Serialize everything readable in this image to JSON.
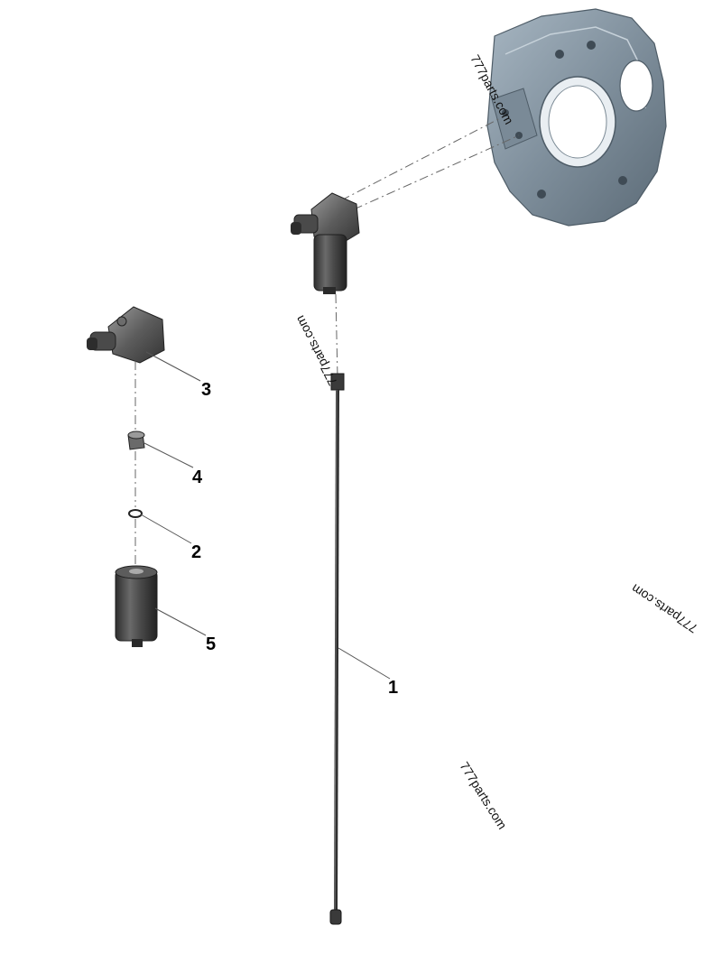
{
  "callouts": [
    {
      "id": "1",
      "label": "1"
    },
    {
      "id": "2",
      "label": "2"
    },
    {
      "id": "3",
      "label": "3"
    },
    {
      "id": "4",
      "label": "4"
    },
    {
      "id": "5",
      "label": "5"
    }
  ],
  "watermarks": [
    "777parts.com",
    "777parts.com",
    "777parts.com",
    "777parts.com"
  ],
  "colors": {
    "housing": "#8a9aa8",
    "housing_dark": "#5f6f7c",
    "part_dark": "#3a3a3a",
    "part_mid": "#5a5a5a",
    "part_light": "#8c8c8c"
  }
}
